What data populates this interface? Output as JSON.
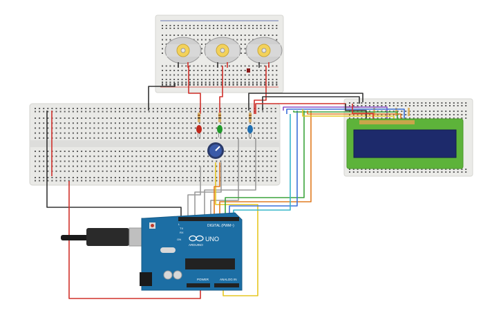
{
  "arduino": {
    "brand": "ARDUINO",
    "model": "UNO",
    "digital_label": "DIGITAL (PWM~)",
    "power_label": "POWER",
    "analog_label": "ANALOG IN",
    "tx_label": "TX",
    "rx_label": "RX",
    "on_label": "ON",
    "l_label": "L"
  },
  "components": {
    "motors": 3,
    "leds": [
      {
        "color": "red",
        "hex": "#c0281c"
      },
      {
        "color": "green",
        "hex": "#1f9a2a"
      },
      {
        "color": "blue",
        "hex": "#1f6fb2"
      }
    ],
    "potentiometer": 1,
    "lcd": "16x2",
    "breadboards": 3
  },
  "colors": {
    "wire_red": "#d0302a",
    "wire_black": "#333333",
    "wire_gray": "#9a9a9a",
    "wire_yellow": "#e6c620",
    "wire_orange": "#e07b20",
    "wire_green": "#3aa33a",
    "wire_blue": "#3a6fd8",
    "wire_cyan": "#37b6c9",
    "wire_purple": "#8a4fc8",
    "board_blue": "#1c6ea4",
    "lcd_green": "#5db33a",
    "lcd_screen": "#1d2a6b",
    "breadboard": "#e9e9e6"
  }
}
